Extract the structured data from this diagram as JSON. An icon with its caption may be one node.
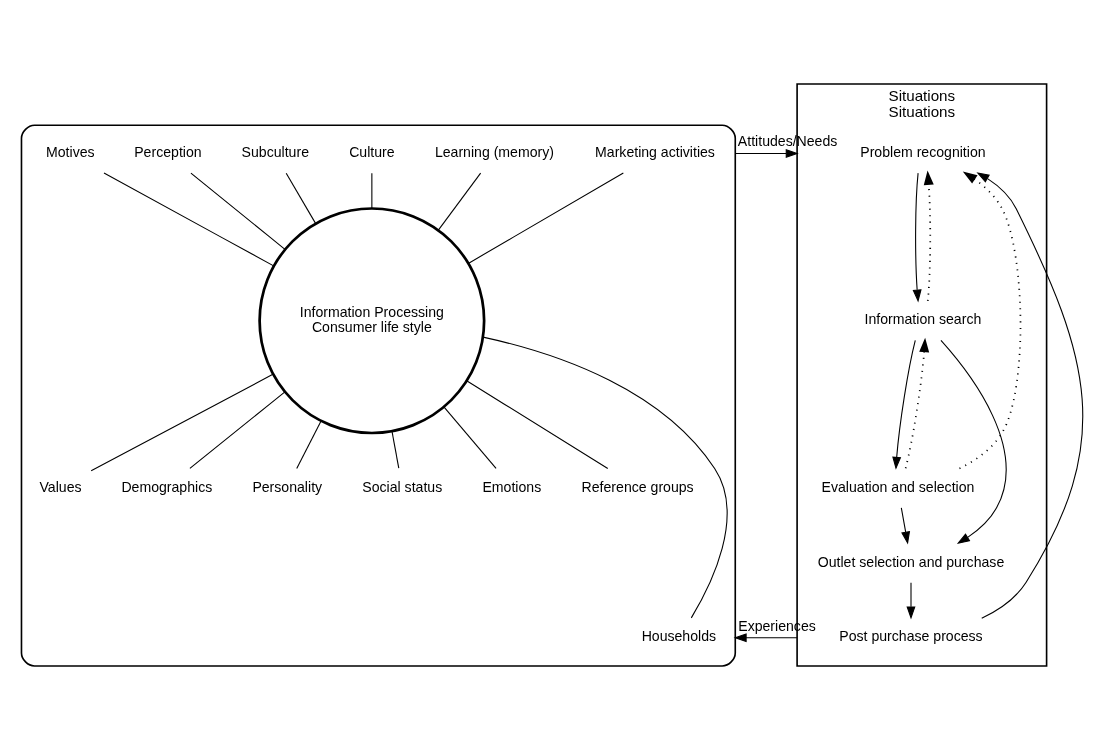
{
  "diagram": {
    "nodes": [
      {
        "text": [],
        "shape": "ellipse"
      },
      {
        "text": [
          "Information Processing",
          "Consumer life style"
        ],
        "in": 0
      },
      {
        "text": [
          "Marketing activities"
        ],
        "in": 0
      },
      {
        "text": [
          "Learning (memory)"
        ],
        "in": 0
      },
      {
        "text": [
          "Culture"
        ],
        "in": 0
      },
      {
        "text": [
          "Subculture"
        ],
        "in": 0
      },
      {
        "text": [
          "Perception"
        ],
        "in": 0
      },
      {
        "text": [
          "Motives"
        ],
        "in": 0
      },
      {
        "text": [
          "Values"
        ],
        "in": 0
      },
      {
        "text": [
          "Demographics"
        ],
        "in": 0
      },
      {
        "text": [
          "Personality"
        ],
        "in": 0
      },
      {
        "text": [
          "Social status"
        ],
        "in": 0
      },
      {
        "text": [
          "Emotions"
        ],
        "in": 0
      },
      {
        "text": [
          "Reference groups"
        ],
        "in": 0
      },
      {
        "text": [
          "Households"
        ],
        "in": 0
      },
      {
        "text": [
          "Situations",
          "Situations"
        ]
      },
      {
        "text": [
          "Problem recognition"
        ],
        "in": 15
      },
      {
        "text": [
          "Information search"
        ],
        "in": 15
      },
      {
        "text": [
          "Evaluation and selection"
        ],
        "in": 15
      },
      {
        "text": [
          "Outlet selection and purchase"
        ],
        "in": 15
      },
      {
        "text": [
          "Post purchase process"
        ],
        "in": 15
      }
    ],
    "edges": [
      {
        "from": 0,
        "to": 15,
        "arrow": "to",
        "label": "Attitudes/Needs"
      },
      {
        "from": 15,
        "to": 0,
        "arrow": "to",
        "label": "Experiences"
      },
      {
        "from": 1,
        "to": 2,
        "arrow": "none"
      },
      {
        "from": 1,
        "to": 3,
        "arrow": "none"
      },
      {
        "from": 1,
        "to": 4,
        "arrow": "none"
      },
      {
        "from": 1,
        "to": 5,
        "arrow": "none"
      },
      {
        "from": 1,
        "to": 6,
        "arrow": "none"
      },
      {
        "from": 1,
        "to": 7,
        "arrow": "none"
      },
      {
        "from": 1,
        "to": 8,
        "arrow": "none"
      },
      {
        "from": 1,
        "to": 9,
        "arrow": "none"
      },
      {
        "from": 1,
        "to": 10,
        "arrow": "none"
      },
      {
        "from": 1,
        "to": 11,
        "arrow": "none"
      },
      {
        "from": 1,
        "to": 12,
        "arrow": "none"
      },
      {
        "from": 1,
        "to": 13,
        "arrow": "none"
      },
      {
        "from": 1,
        "to": 14,
        "arrow": "none"
      },
      {
        "from": 16,
        "to": 17,
        "arrow": "to"
      },
      {
        "from": 17,
        "to": 18,
        "arrow": "to"
      },
      {
        "from": 18,
        "to": 19,
        "arrow": "to"
      },
      {
        "from": 19,
        "to": 20,
        "arrow": "to"
      },
      {
        "from": 18,
        "to": 17,
        "arrow": "to",
        "style": "dashed"
      },
      {
        "from": 18,
        "to": 16,
        "arrow": "to",
        "style": "dashed"
      },
      {
        "from": 17,
        "to": 16,
        "arrow": "to",
        "style": "dashed"
      },
      {
        "from": 20,
        "to": 16,
        "arrow": "to"
      },
      {
        "from": 17,
        "to": 19,
        "arrow": "to"
      }
    ]
  }
}
